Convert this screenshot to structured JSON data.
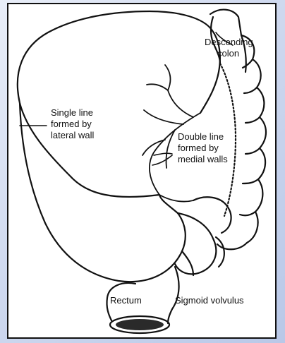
{
  "labels": {
    "single_line": [
      "Single line",
      "formed by",
      "lateral wall"
    ],
    "double_line": [
      "Double line",
      "formed by",
      "medial walls"
    ],
    "descending": [
      "Descending",
      "colon"
    ],
    "rectum": "Rectum",
    "sigmoid": "Sigmoid volvulus"
  },
  "colors": {
    "ink": "#111111",
    "paper": "#ffffff",
    "background": "#c9d5ee"
  }
}
